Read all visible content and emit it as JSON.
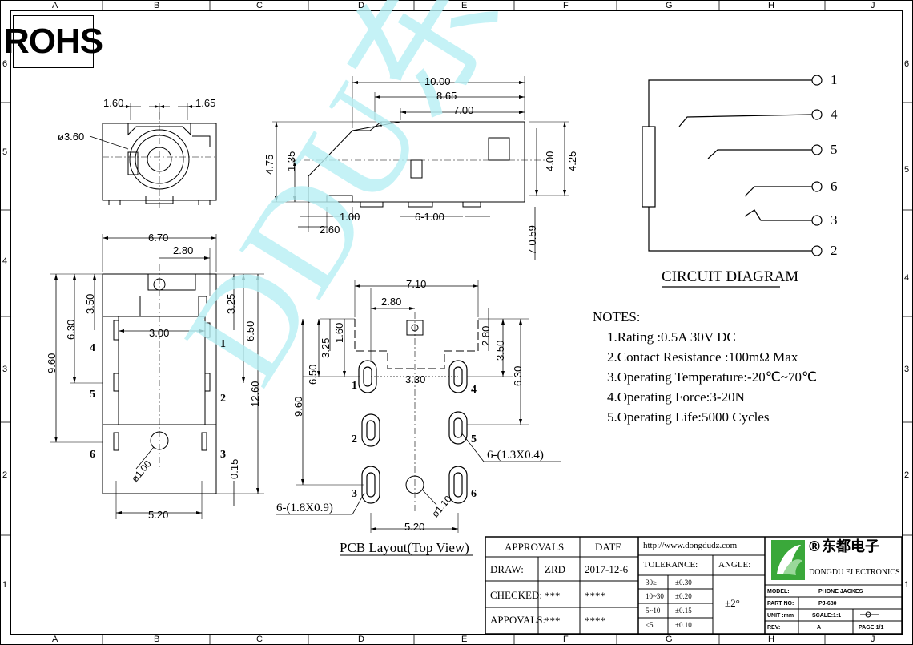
{
  "zones": {
    "top": [
      "A",
      "B",
      "C",
      "D",
      "E",
      "F",
      "G",
      "H",
      "J"
    ],
    "side": [
      "6",
      "5",
      "4",
      "3",
      "2",
      "1"
    ]
  },
  "rohs": "ROHS",
  "side_view": {
    "d_1_60": "1.60",
    "d_1_65": "1.65",
    "d_phi_3_60": "ø3.60"
  },
  "front_view": {
    "d_10_00": "10.00",
    "d_8_65": "8.65",
    "d_7_00": "7.00",
    "d_4_75": "4.75",
    "d_1_35": "1.35",
    "d_4_00": "4.00",
    "d_4_25": "4.25",
    "d_1_00": "1.00",
    "d_2_60": "2.60",
    "d_6_1_00": "6-1.00",
    "d_7_0_59": "7-0.59"
  },
  "bottom_view": {
    "d_6_70": "6.70",
    "d_2_80": "2.80",
    "d_3_50": "3.50",
    "d_6_30": "6.30",
    "d_9_60": "9.60",
    "d_3_25": "3.25",
    "d_6_50": "6.50",
    "d_12_60": "12.60",
    "d_3_00": "3.00",
    "d_0_15": "0.15",
    "d_5_20": "5.20",
    "d_phi_1_00": "ø1.00",
    "pins": {
      "p1": "1",
      "p2": "2",
      "p3": "3",
      "p4": "4",
      "p5": "5",
      "p6": "6"
    }
  },
  "pcb_layout": {
    "title": "PCB Layout(Top View)",
    "d_7_10": "7.10",
    "d_2_80": "2.80",
    "d_1_60": "1.60",
    "d_3_25": "3.25",
    "d_6_50": "6.50",
    "d_9_60": "9.60",
    "d_3_30": "3.30",
    "d_2_80b": "2.80",
    "d_3_50": "3.50",
    "d_6_30": "6.30",
    "d_5_20": "5.20",
    "d_phi_1_10": "ø1.10",
    "slot_a": "6-(1.3X0.4)",
    "slot_b": "6-(1.8X0.9)",
    "pins": {
      "p1": "1",
      "p2": "2",
      "p3": "3",
      "p4": "4",
      "p5": "5",
      "p6": "6"
    }
  },
  "circuit": {
    "title": "CIRCUIT DIAGRAM",
    "pins": [
      "1",
      "4",
      "5",
      "6",
      "3",
      "2"
    ]
  },
  "notes": {
    "heading": "NOTES:",
    "items": [
      "1.Rating :0.5A 30V DC",
      "2.Contact Resistance :100mΩ Max",
      "3.Operating Temperature:-20℃~70℃",
      "4.Operating Force:3-20N",
      "5.Operating Life:5000 Cycles"
    ]
  },
  "watermark": "DDU东 都",
  "title_block": {
    "approvals": "APPROVALS",
    "date": "DATE",
    "draw_label": "DRAW:",
    "draw_name": "ZRD",
    "draw_date": "2017-12-6",
    "checked_label": "CHECKED:",
    "checked_name": "***",
    "checked_date": "****",
    "appovals_label": "APPOVALS:",
    "appovals_name": "***",
    "appovals_date": "****",
    "website": "http://www.dongdudz.com",
    "tolerance": "TOLERANCE:",
    "angle": "ANGLE:",
    "angle_value": "±2°",
    "tol_rows": [
      {
        "range": "30≥",
        "value": "±0.30"
      },
      {
        "range": "10~30",
        "value": "±0.20"
      },
      {
        "range": "5~10",
        "value": "±0.15"
      },
      {
        "range": "≤5",
        "value": "±0.10"
      }
    ],
    "company_cn": "®东都电子",
    "company_en": "DONGDU ELECTRONICS",
    "model_label": "MODEL:",
    "model_value": "PHONE JACKES",
    "part_label": "PART NO:",
    "part_value": "PJ-680",
    "unit_label": "UNIT :mm",
    "scale": "SCALE:1:1",
    "rev_label": "REV:",
    "rev_value": "A",
    "page": "PAGE:1/1"
  },
  "colors": {
    "line": "#000000",
    "watermark": "#b7f0f4",
    "logo_green": "#3aa83a"
  }
}
